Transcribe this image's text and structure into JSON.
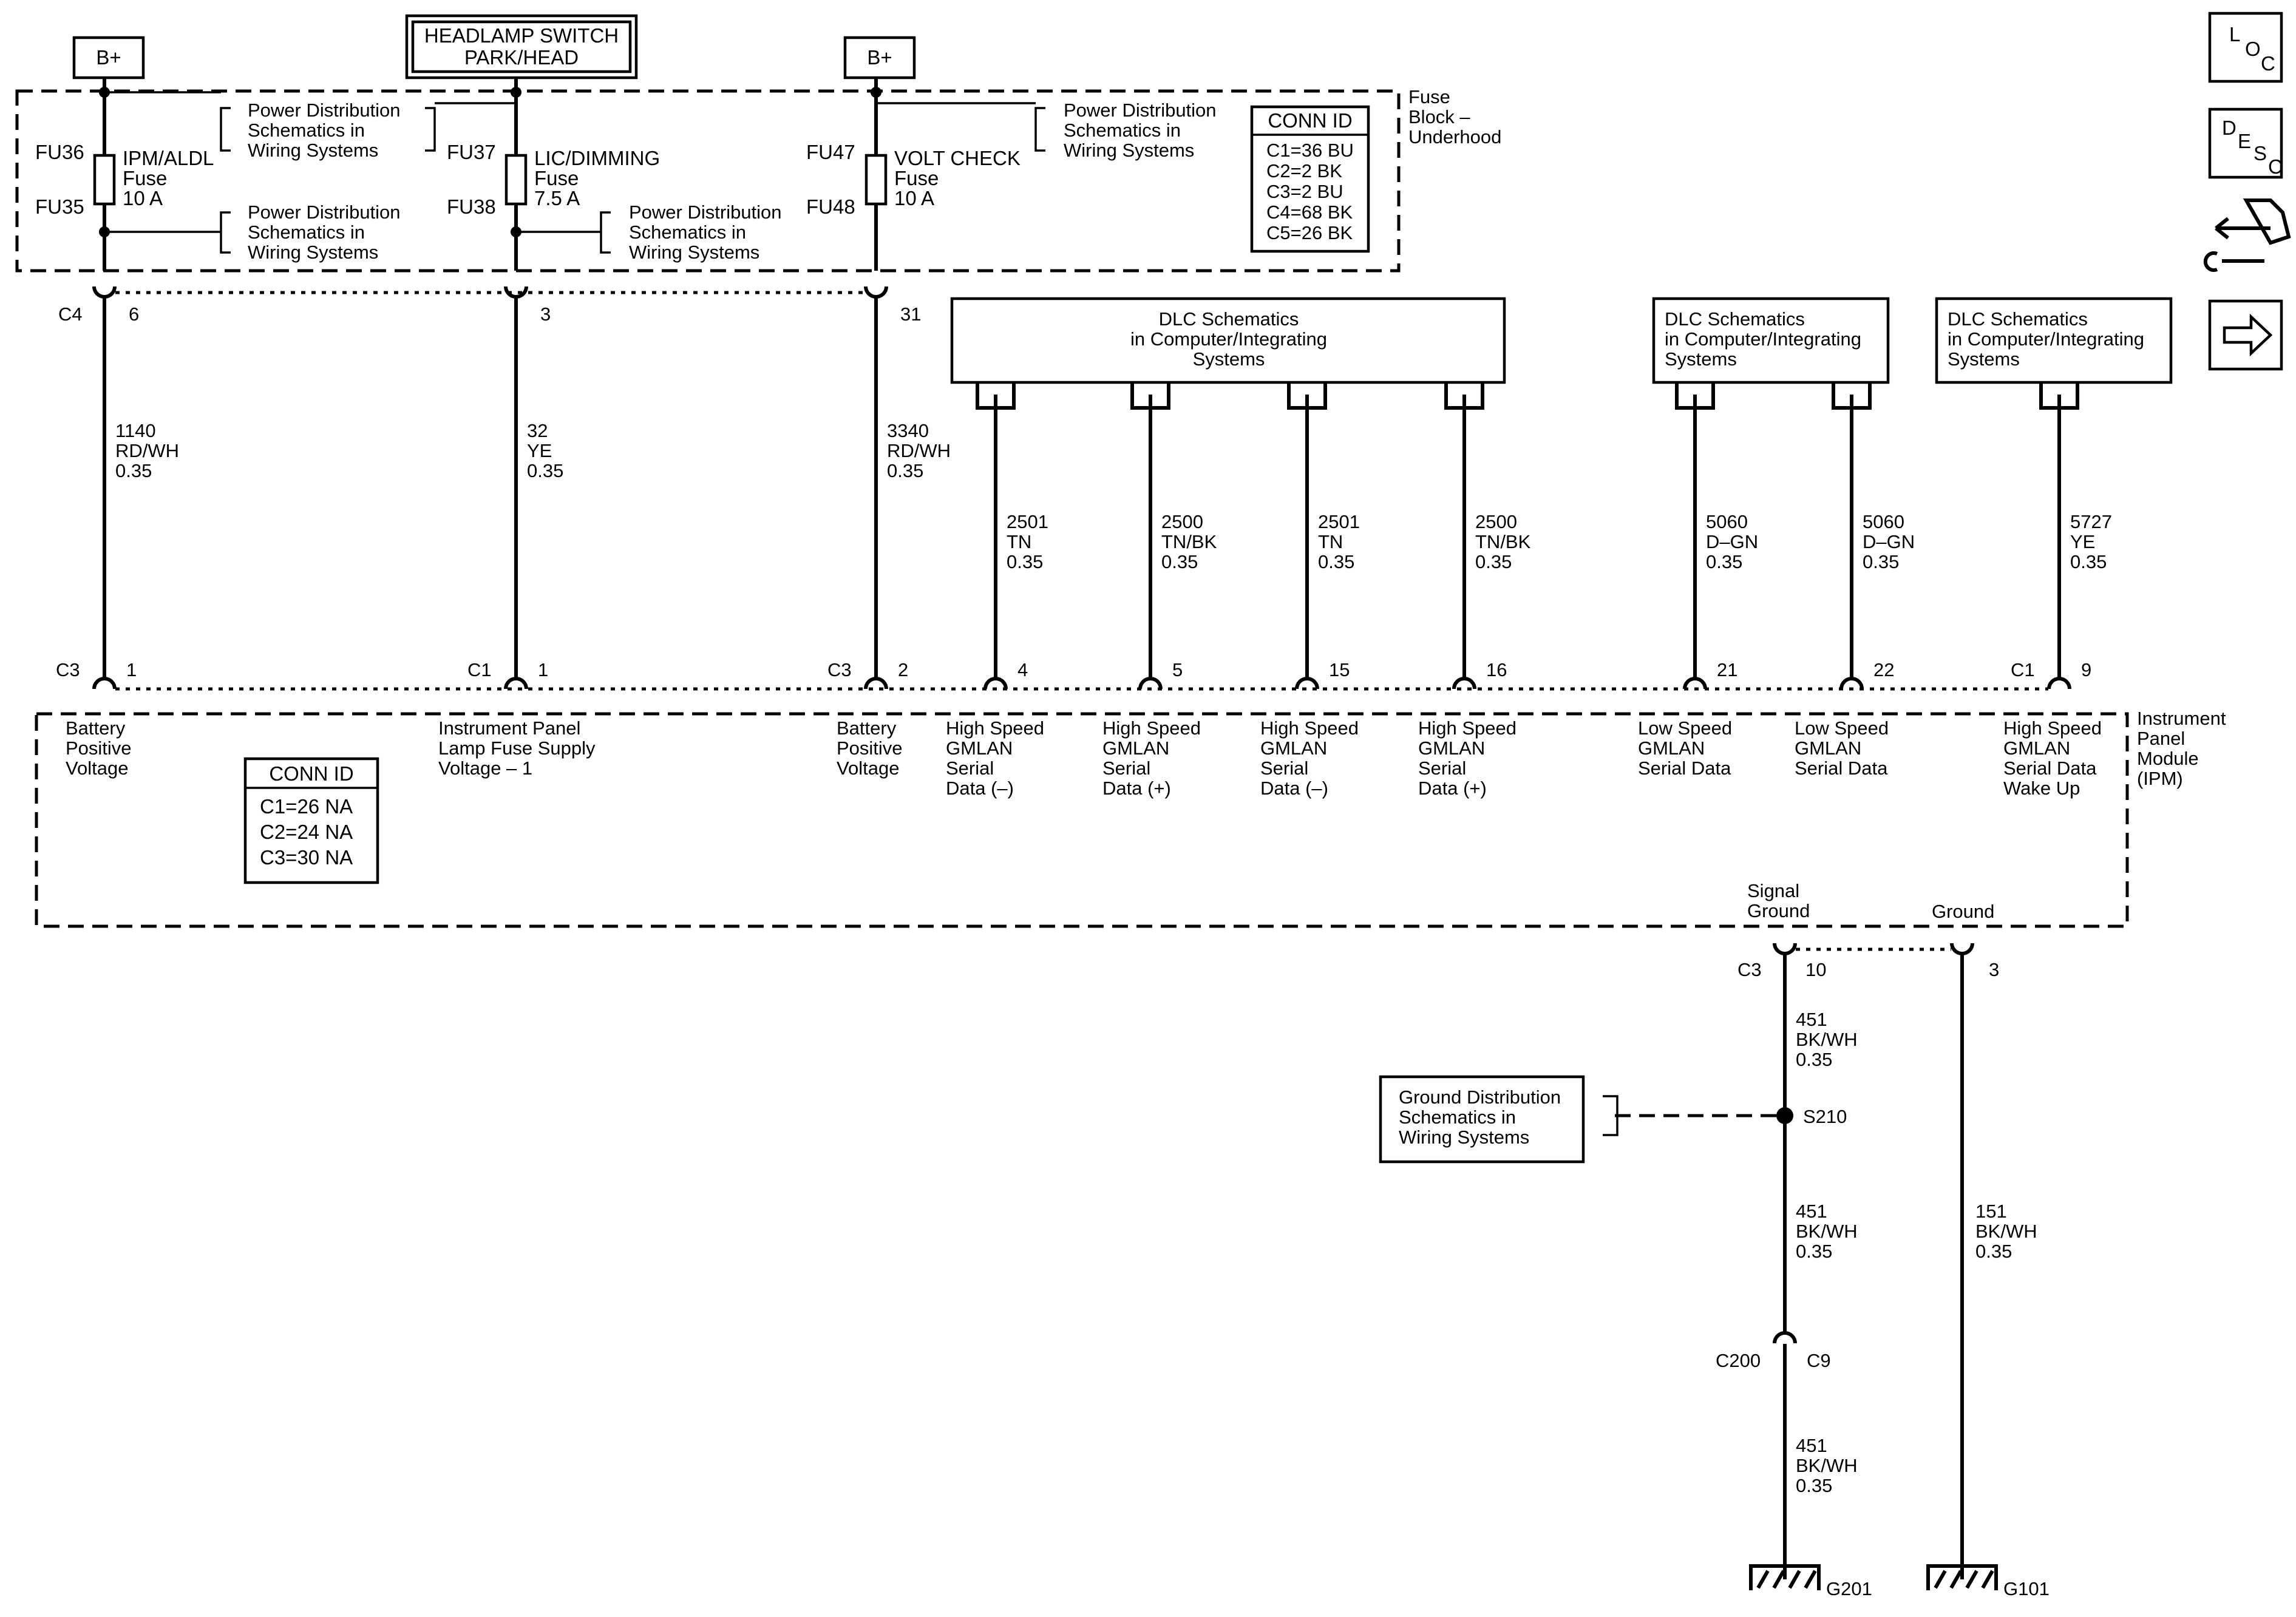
{
  "top": {
    "b_plus_left": "B+",
    "b_plus_right": "B+",
    "headlamp_switch": [
      "HEADLAMP SWITCH",
      "PARK/HEAD"
    ]
  },
  "fuse_block": {
    "label": [
      "Fuse",
      "Block –",
      "Underhood"
    ],
    "fuses": [
      {
        "top_id": "FU36",
        "bottom_id": "FU35",
        "name": [
          "IPM/ALDL",
          "Fuse",
          "10 A"
        ]
      },
      {
        "top_id": "FU37",
        "bottom_id": "FU38",
        "name": [
          "LIC/DIMMING",
          "Fuse",
          "7.5 A"
        ]
      },
      {
        "top_id": "FU47",
        "bottom_id": "FU48",
        "name": [
          "VOLT CHECK",
          "Fuse",
          "10 A"
        ]
      }
    ],
    "power_refs": [
      [
        "Power Distribution",
        "Schematics in",
        "Wiring Systems"
      ],
      [
        "Power Distribution",
        "Schematics in",
        "Wiring Systems"
      ],
      [
        "Power Distribution",
        "Schematics in",
        "Wiring Systems"
      ],
      [
        "Power Distribution",
        "Schematics in",
        "Wiring Systems"
      ]
    ],
    "conn_id": {
      "title": "CONN ID",
      "items": [
        "C1=36 BU",
        "C2=2 BK",
        "C3=2 BU",
        "C4=68 BK",
        "C5=26 BK"
      ]
    },
    "out_connectors": [
      {
        "conn": "C4",
        "pin": "6"
      },
      {
        "conn": "",
        "pin": "3"
      },
      {
        "conn": "",
        "pin": "31"
      }
    ]
  },
  "dlc_boxes": [
    [
      "DLC Schematics",
      "in Computer/Integrating",
      "Systems"
    ],
    [
      "DLC Schematics",
      "in Computer/Integrating",
      "Systems"
    ],
    [
      "DLC Schematics",
      "in Computer/Integrating",
      "Systems"
    ]
  ],
  "wires": [
    [
      "1140",
      "RD/WH",
      "0.35"
    ],
    [
      "32",
      "YE",
      "0.35"
    ],
    [
      "3340",
      "RD/WH",
      "0.35"
    ],
    [
      "2501",
      "TN",
      "0.35"
    ],
    [
      "2500",
      "TN/BK",
      "0.35"
    ],
    [
      "2501",
      "TN",
      "0.35"
    ],
    [
      "2500",
      "TN/BK",
      "0.35"
    ],
    [
      "5060",
      "D–GN",
      "0.35"
    ],
    [
      "5060",
      "D–GN",
      "0.35"
    ],
    [
      "5727",
      "YE",
      "0.35"
    ]
  ],
  "ipm": {
    "label": [
      "Instrument",
      "Panel",
      "Module",
      "(IPM)"
    ],
    "conn_id": {
      "title": "CONN ID",
      "items": [
        "C1=26 NA",
        "C2=24 NA",
        "C3=30 NA"
      ]
    },
    "pins": [
      {
        "conn": "C3",
        "pin": "1",
        "label": [
          "Battery",
          "Positive",
          "Voltage"
        ]
      },
      {
        "conn": "C1",
        "pin": "1",
        "label": [
          "Instrument Panel",
          "Lamp Fuse Supply",
          "Voltage – 1"
        ]
      },
      {
        "conn": "C3",
        "pin": "2",
        "label": [
          "Battery",
          "Positive",
          "Voltage"
        ]
      },
      {
        "conn": "",
        "pin": "4",
        "label": [
          "High Speed",
          "GMLAN",
          "Serial",
          "Data (–)"
        ]
      },
      {
        "conn": "",
        "pin": "5",
        "label": [
          "High Speed",
          "GMLAN",
          "Serial",
          "Data (+)"
        ]
      },
      {
        "conn": "",
        "pin": "15",
        "label": [
          "High Speed",
          "GMLAN",
          "Serial",
          "Data (–)"
        ]
      },
      {
        "conn": "",
        "pin": "16",
        "label": [
          "High Speed",
          "GMLAN",
          "Serial",
          "Data (+)"
        ]
      },
      {
        "conn": "",
        "pin": "21",
        "label": [
          "Low Speed",
          "GMLAN",
          "Serial Data"
        ]
      },
      {
        "conn": "",
        "pin": "22",
        "label": [
          "Low Speed",
          "GMLAN",
          "Serial Data"
        ]
      },
      {
        "conn": "C1",
        "pin": "9",
        "label": [
          "High Speed",
          "GMLAN",
          "Serial Data",
          "Wake Up"
        ]
      }
    ],
    "grounds": [
      {
        "label": [
          "Signal",
          "Ground"
        ],
        "conn": "C3",
        "pin": "10"
      },
      {
        "label": [
          "Ground"
        ],
        "conn": "",
        "pin": "3"
      }
    ]
  },
  "ground_circuit": {
    "wire_a": [
      "451",
      "BK/WH",
      "0.35"
    ],
    "splice": "S210",
    "ground_ref": [
      "Ground Distribution",
      "Schematics in",
      "Wiring Systems"
    ],
    "wire_b": [
      "451",
      "BK/WH",
      "0.35"
    ],
    "inline_conn": {
      "left": "C200",
      "right": "C9"
    },
    "wire_c": [
      "451",
      "BK/WH",
      "0.35"
    ],
    "wire_d": [
      "151",
      "BK/WH",
      "0.35"
    ],
    "ground_g201": "G201",
    "ground_g101": "G101"
  },
  "nav": {
    "loc": [
      "L",
      "O",
      "C"
    ],
    "desc": [
      "D",
      "E",
      "S",
      "C"
    ],
    "icons": [
      "loc-icon",
      "desc-icon",
      "connector-tool-icon",
      "next-arrow-icon"
    ]
  }
}
